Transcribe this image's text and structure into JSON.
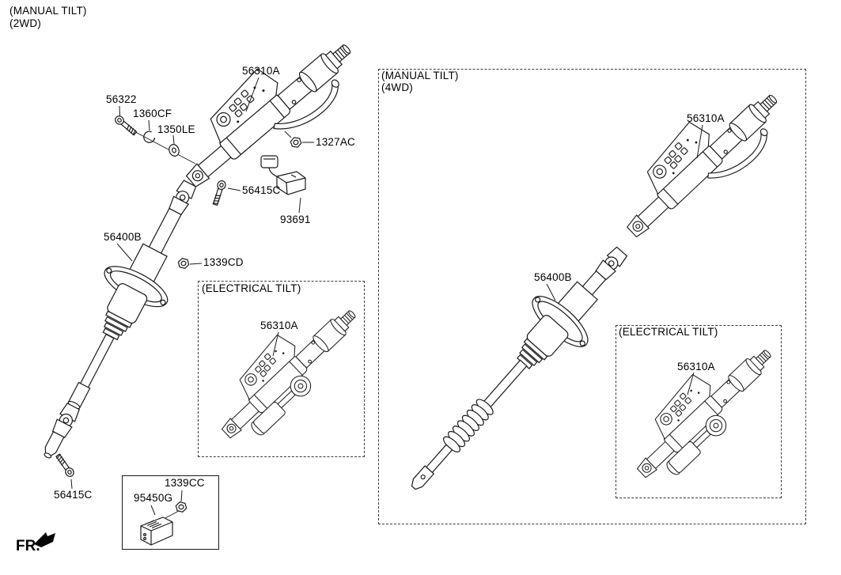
{
  "left": {
    "title1": "(MANUAL TILT)",
    "title2": "(2WD)",
    "bolt_upper": "56322",
    "snap_ring": "1360CF",
    "washer": "1350LE",
    "column": "56310A",
    "nut": "1327AC",
    "bolt_mid": "56415C",
    "sensor": "93691",
    "flange": "56400B",
    "flange_nut": "1339CD",
    "bolt_lower": "56415C",
    "elec": {
      "title": "(ELECTRICAL TILT)",
      "column": "56310A"
    },
    "module_box": {
      "nut": "1339CC",
      "module": "95450G"
    }
  },
  "right": {
    "title1": "(MANUAL TILT)",
    "title2": "(4WD)",
    "column": "56310A",
    "flange": "56400B",
    "elec": {
      "title": "(ELECTRICAL TILT)",
      "column": "56310A"
    }
  },
  "front_marker": "FR.",
  "colors": {
    "line": "#1a1a1a",
    "background": "#ffffff"
  }
}
